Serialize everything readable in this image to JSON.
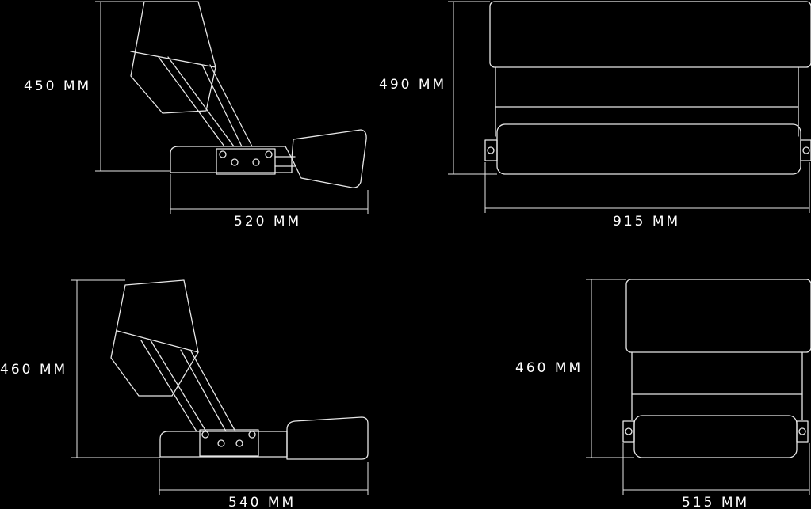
{
  "views": {
    "side_upright": {
      "dim_height": "450 MM",
      "dim_width": "520 MM"
    },
    "front_upright": {
      "dim_height": "490 MM",
      "dim_width": "915 MM"
    },
    "side_folded": {
      "dim_height": "460 MM",
      "dim_width": "540 MM"
    },
    "front_folded": {
      "dim_height": "460 MM",
      "dim_width": "515 MM"
    }
  },
  "colors": {
    "background": "#000000",
    "line": "#e6e6e6",
    "text": "#ffffff"
  }
}
